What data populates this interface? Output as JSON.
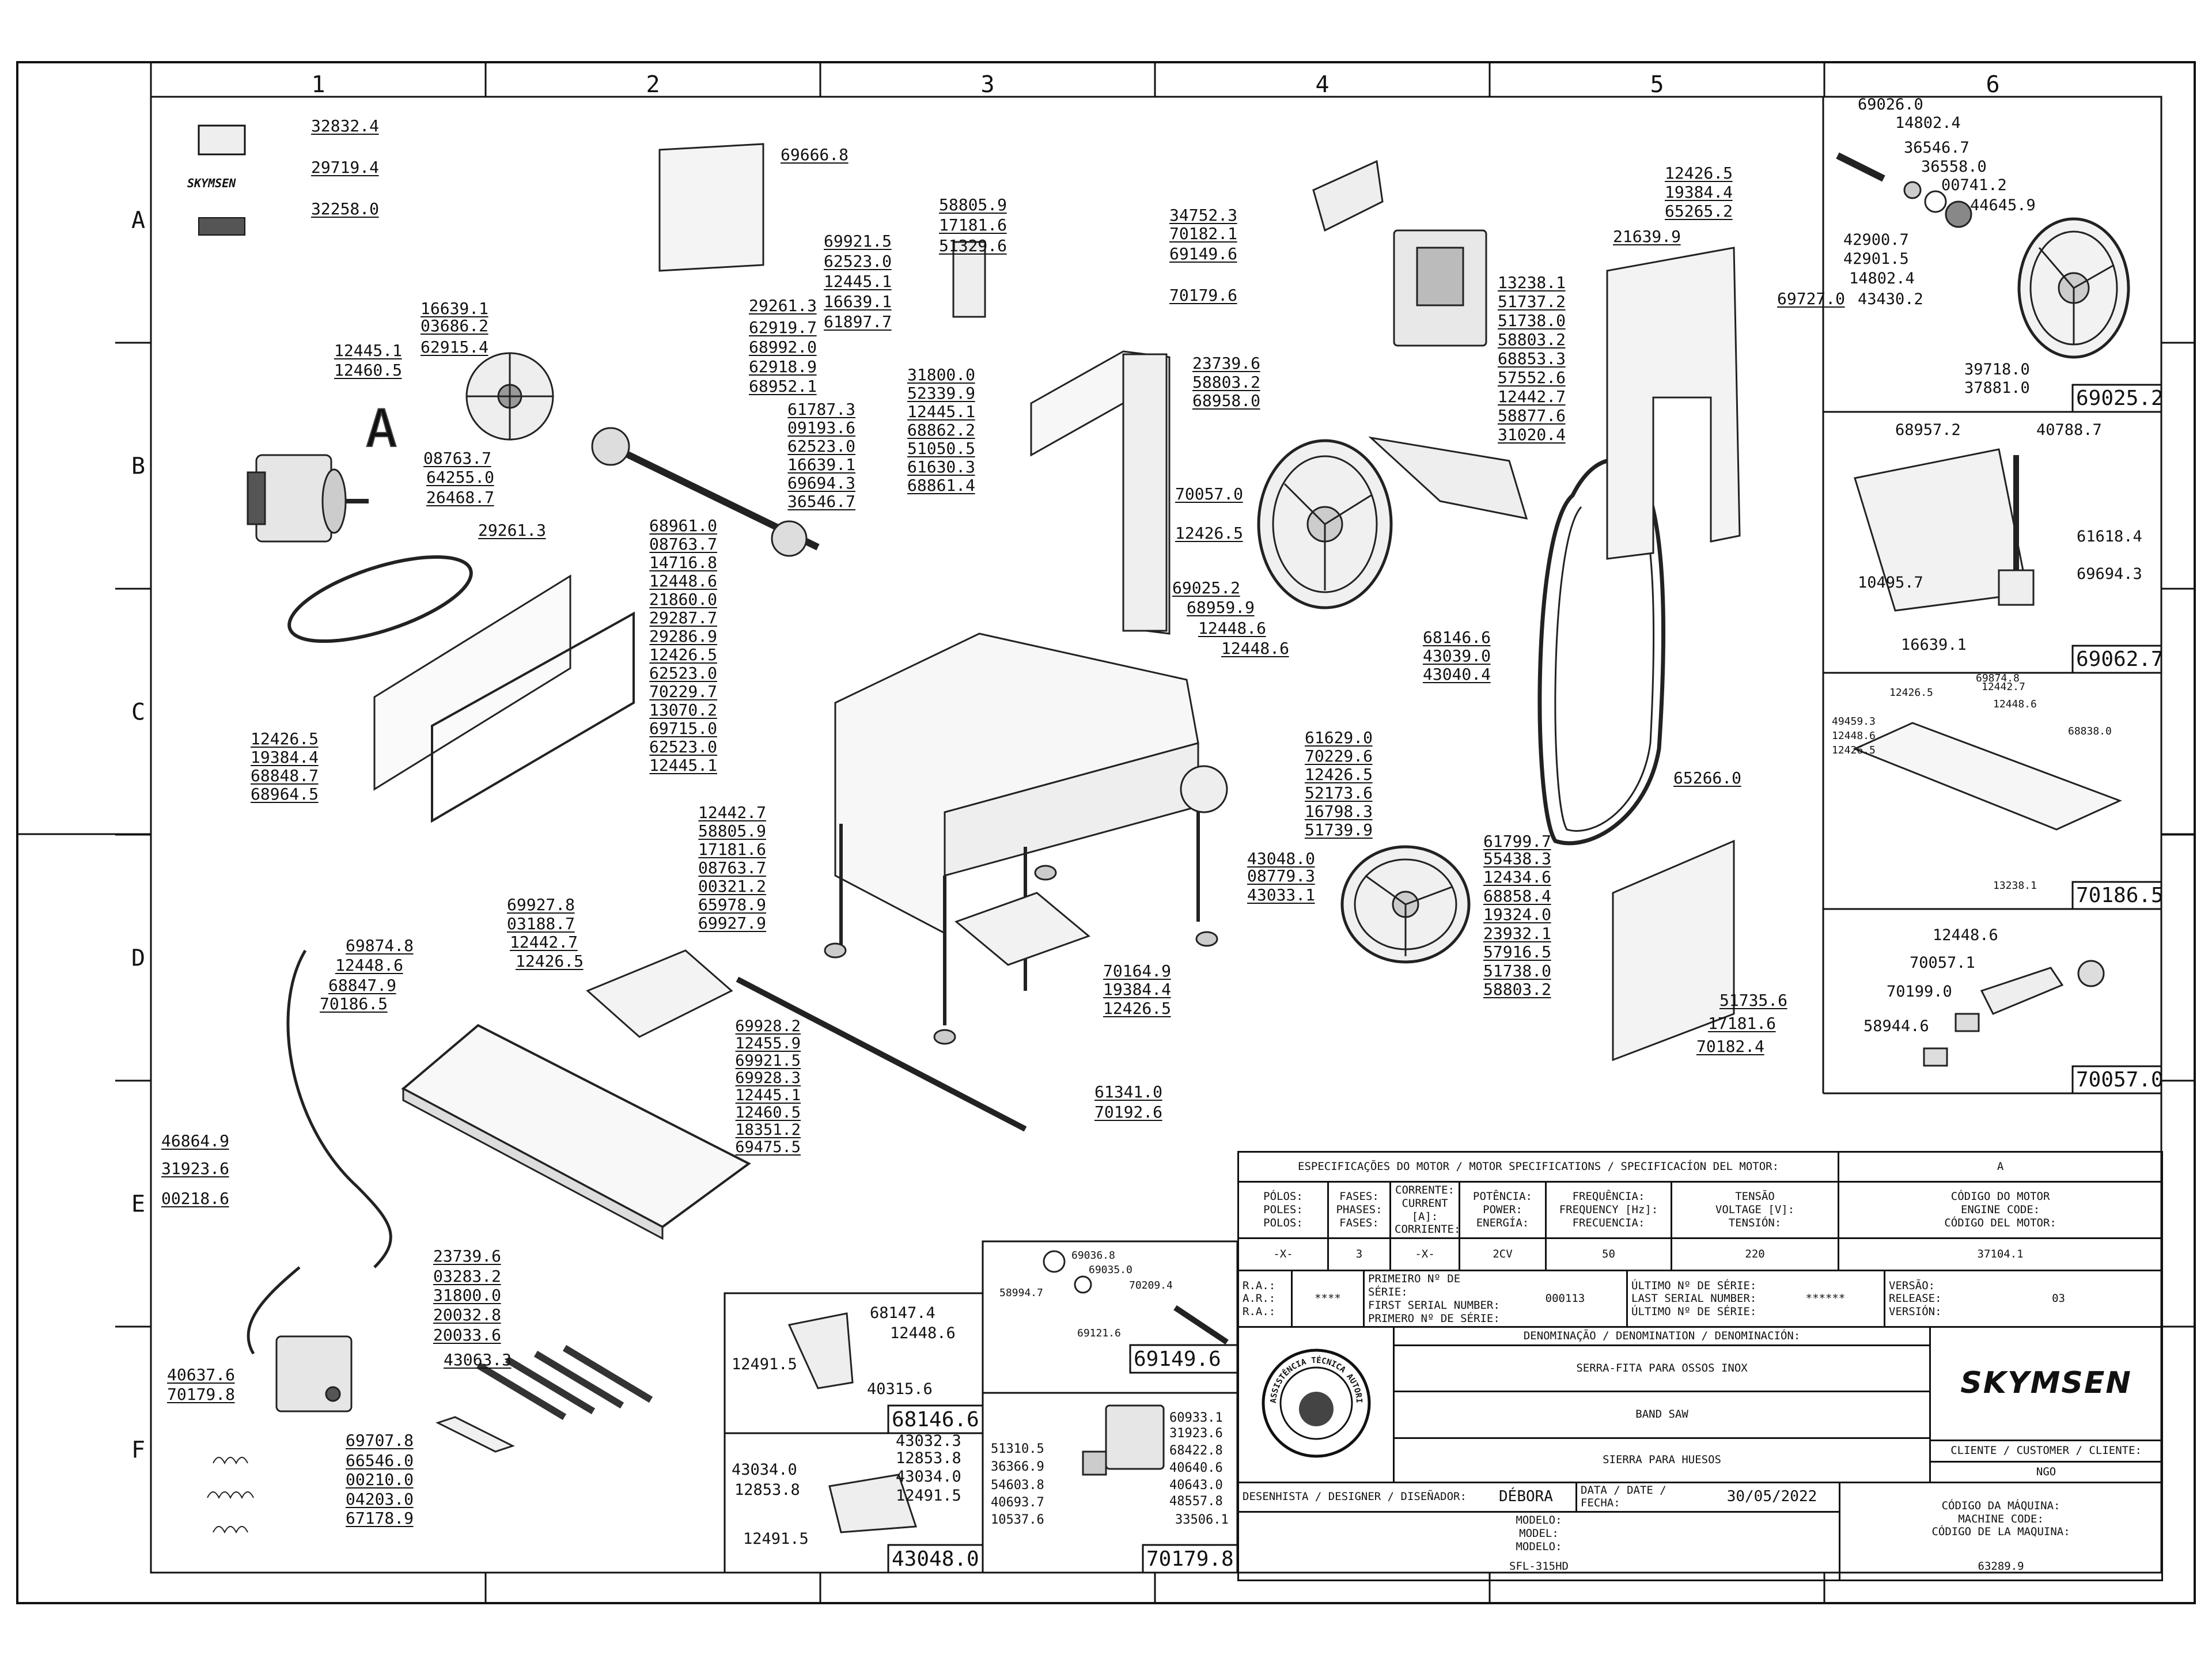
{
  "grid": {
    "columns": [
      "1",
      "2",
      "3",
      "4",
      "5",
      "6"
    ],
    "rows": [
      "A",
      "B",
      "C",
      "D",
      "E",
      "F"
    ]
  },
  "brand": "SKYMSEN",
  "seal_text": "ASSISTÊNCIA TÉCNICA AUTORIZADA",
  "parts": {
    "top_left": [
      "32832.4",
      "29719.4",
      "32258.0"
    ],
    "motor_group": [
      "12445.1",
      "12460.5",
      "16639.1",
      "03686.2",
      "62915.4",
      "29261.3",
      "62919.7",
      "68992.0",
      "62918.9",
      "68952.1",
      "08763.7",
      "64255.0",
      "26468.7",
      "29261.3"
    ],
    "shaft_group": [
      "68961.0",
      "08763.7",
      "14716.8",
      "12448.6",
      "21860.0",
      "29287.7",
      "29286.9",
      "12426.5",
      "62523.0",
      "70229.7",
      "13070.2",
      "69715.0",
      "62523.0",
      "12445.1"
    ],
    "frame_left": [
      "61787.3",
      "09193.6",
      "62523.0",
      "16639.1",
      "69694.3",
      "36546.7"
    ],
    "frame_mid": [
      "31800.0",
      "52339.9",
      "12445.1",
      "68862.2",
      "51050.5",
      "61630.3",
      "68861.4"
    ],
    "guide_top": [
      "69921.5",
      "62523.0",
      "12445.1",
      "16639.1",
      "61897.7"
    ],
    "upper_mid": [
      "58805.9",
      "17181.6",
      "51329.6",
      "69666.8"
    ],
    "column": [
      "34752.3",
      "70182.1",
      "69149.6",
      "70179.6",
      "23739.6",
      "58803.2",
      "68958.0",
      "70057.0",
      "12426.5",
      "69025.2",
      "68959.9",
      "12448.6",
      "12448.6"
    ],
    "switch_group": [
      "13238.1",
      "51737.2",
      "51738.0",
      "58803.2",
      "68853.3",
      "57552.6",
      "12442.7",
      "58877.6",
      "31020.4"
    ],
    "upper_right": [
      "12426.5",
      "19384.4",
      "65265.2",
      "21639.9",
      "69727.0"
    ],
    "rod_group": [
      "68146.6",
      "43039.0",
      "43040.4"
    ],
    "table_group": [
      "61629.0",
      "70229.6",
      "12426.5",
      "52173.6",
      "16798.3",
      "51739.9"
    ],
    "lower_wheel": [
      "43048.0",
      "08779.3",
      "43033.1",
      "61799.7",
      "55438.3",
      "12434.6",
      "68858.4",
      "19324.0",
      "23932.1",
      "57916.5",
      "51738.0",
      "58803.2"
    ],
    "lower_cover": [
      "65266.0",
      "51735.6",
      "17181.6",
      "70182.4"
    ],
    "panel_left": [
      "12426.5",
      "19384.4",
      "68848.7",
      "68964.5"
    ],
    "base_left": [
      "12442.7",
      "58805.9",
      "17181.6",
      "08763.7",
      "00321.2",
      "65978.9",
      "69927.9"
    ],
    "carriage": [
      "69927.8",
      "03188.7",
      "12442.7",
      "12426.5",
      "69874.8",
      "12448.6",
      "68847.9",
      "70186.5"
    ],
    "bolts": [
      "69928.2",
      "12455.9",
      "69921.5",
      "69928.3",
      "12445.1",
      "12460.5",
      "18351.2",
      "69475.5"
    ],
    "base_right": [
      "70164.9",
      "19384.4",
      "12426.5",
      "61341.0",
      "70192.6"
    ],
    "electric": [
      "46864.9",
      "31923.6",
      "00218.6",
      "23739.6",
      "03283.2",
      "31800.0",
      "20032.8",
      "20033.6",
      "43063.3",
      "40637.6",
      "70179.8",
      "69707.8",
      "66546.0",
      "00210.0",
      "04203.0",
      "67178.9"
    ]
  },
  "detail_boxes": {
    "upper_wheel": {
      "code": "69025.2",
      "parts": [
        "69026.0",
        "14802.4",
        "36546.7",
        "36558.0",
        "00741.2",
        "44645.9",
        "42900.7",
        "42901.5",
        "14802.4",
        "43430.2",
        "39718.0",
        "37881.0"
      ]
    },
    "guard": {
      "code": "69062.7",
      "parts": [
        "68957.2",
        "40788.7",
        "61618.4",
        "69694.3",
        "10495.7",
        "16639.1"
      ]
    },
    "carriage": {
      "code": "70186.5",
      "parts": [
        "12426.5",
        "69874.8",
        "12442.7",
        "12448.6",
        "49459.3",
        "12448.6",
        "12426.5",
        "68838.0",
        "13238.1"
      ]
    },
    "bracket": {
      "code": "70057.0",
      "parts": [
        "12448.6",
        "70057.1",
        "70199.0",
        "58944.6"
      ]
    },
    "guide": {
      "code": "69149.6",
      "parts": [
        "69036.8",
        "69035.0",
        "70209.4",
        "58994.7",
        "69121.6"
      ]
    },
    "rod": {
      "code": "68146.6",
      "parts": [
        "68147.4",
        "12448.6",
        "12491.5",
        "40315.6"
      ]
    },
    "clamp": {
      "code": "43048.0",
      "parts": [
        "43034.0",
        "12853.8",
        "43032.3",
        "12853.8",
        "43034.0",
        "12491.5",
        "12491.5"
      ]
    },
    "switch": {
      "code": "70179.8",
      "parts": [
        "51310.5",
        "36366.9",
        "54603.8",
        "40693.7",
        "10537.6",
        "60933.1",
        "31923.6",
        "68422.8",
        "40640.6",
        "40643.0",
        "48557.8",
        "33506.1"
      ]
    }
  },
  "title_block": {
    "header": "ESPECIFICAÇÕES DO MOTOR / MOTOR SPECIFICATIONS / SPECIFICACÍON DEL MOTOR:",
    "rev_letter": "A",
    "cols": [
      {
        "label": [
          "PÓLOS:",
          "POLES:",
          "POLOS:"
        ],
        "value": "-X-"
      },
      {
        "label": [
          "FASES:",
          "PHASES:",
          "FASES:"
        ],
        "value": "3"
      },
      {
        "label": [
          "CORRENTE:",
          "CURRENT [A]:",
          "CORRIENTE:"
        ],
        "value": "-X-"
      },
      {
        "label": [
          "POTÊNCIA:",
          "POWER:",
          "ENERGÍA:"
        ],
        "value": "2CV"
      },
      {
        "label": [
          "FREQUÊNCIA:",
          "FREQUENCY [Hz]:",
          "FRECUENCIA:"
        ],
        "value": "50"
      },
      {
        "label": [
          "TENSÃO",
          "VOLTAGE [V]:",
          "TENSIÓN:"
        ],
        "value": "220"
      }
    ],
    "engine_code_label": [
      "CÓDIGO DO MOTOR",
      "ENGINE CODE:",
      "CÓDIGO DEL MOTOR:"
    ],
    "engine_code": "37104.1",
    "ra_label": [
      "R.A.:",
      "A.R.:",
      "R.A.:"
    ],
    "ra_value": "****",
    "first_serial_label": [
      "PRIMEIRO Nº DE SÉRIE:",
      "FIRST SERIAL NUMBER:",
      "PRIMERO Nº DE SÉRIE:"
    ],
    "first_serial": "000113",
    "last_serial_label": [
      "ÚLTIMO Nº DE SÉRIE:",
      "LAST SERIAL NUMBER:",
      "ÚLTIMO Nº DE SÉRIE:"
    ],
    "last_serial": "******",
    "version_label": [
      "VERSÃO:",
      "RELEASE:",
      "VERSIÓN:"
    ],
    "version": "03",
    "denomination_label": "DENOMINAÇÃO / DENOMINATION / DENOMINACIÓN:",
    "names": [
      "SERRA-FITA PARA OSSOS INOX",
      "BAND SAW",
      "SIERRA PARA HUESOS"
    ],
    "client_label": "CLIENTE / CUSTOMER / CLIENTE:",
    "client": "NGO",
    "designer_label": "DESENHISTA / DESIGNER / DISEÑADOR:",
    "designer": "DÉBORA",
    "date_label": "DATA / DATE / FECHA:",
    "date": "30/05/2022",
    "model_label": [
      "MODELO:",
      "MODEL:",
      "MODELO:"
    ],
    "model": "SFL-315HD",
    "machine_code_label": [
      "CÓDIGO DA MÁQUINA:",
      "MACHINE CODE:",
      "CÓDIGO DE LA MAQUINA:"
    ],
    "machine_code": "63289.9"
  }
}
